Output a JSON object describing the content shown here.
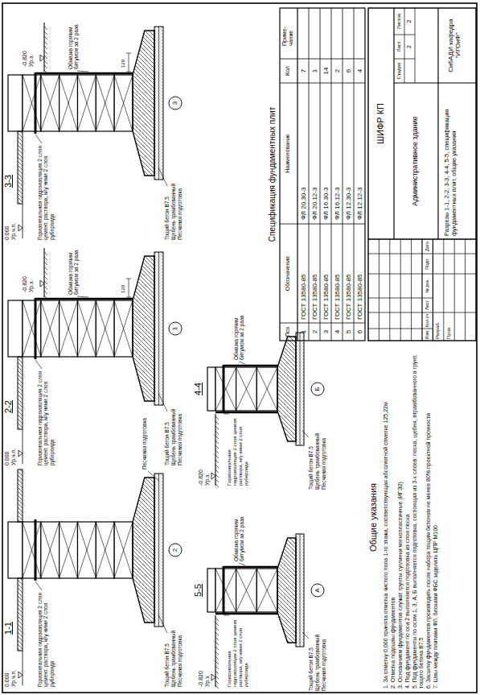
{
  "diagram": {
    "labels": [
      "1-1",
      "0.000",
      "Ур.ч.п.",
      "Горизонтальная гидроизоляция 2 слоя цемент. раствора, м/у ними 2 слоя рубероида",
      "Песчаная подготовка",
      "Тощий бетон В7.5",
      "Щебень трамбованный",
      "Песчаная подготовка",
      "2",
      "2-2",
      "0.000",
      "Ур.ч.п.",
      "-0.820",
      "Ур.з.",
      "Горизонтальная гидроизоляция 2 слоя цемент. раствора, м/у ними 2 слоя рубероида",
      "Обмазка горячим битумом за 2 раза",
      "120",
      "Тощий бетон В7.5",
      "Щебень трамбованный",
      "Песчаная подготовка",
      "1",
      "3-3",
      "0.000",
      "Ур.ч.п.",
      "-0.820",
      "Ур.з.",
      "Горизонтальная гидроизоляция 2 слоя цемент. раствора, м/у ними 2 слоя рубероида",
      "Обмазка горячим битумом за 2 раза",
      "120",
      "Тощий бетон В7.5",
      "Щебень трамбованный",
      "Песчаная подготовка",
      "3",
      "5-5",
      "-0.820",
      "Ур.з.",
      "Горизонтальная гидроизоляция 2 слоя цемент. раствора, м/у ними 2 слоя рубероида",
      "Обмазка горячим битумом за 2 раза",
      "Тощий бетон В7.5",
      "Щебень трамбованный",
      "Песчаная подготовка",
      "А",
      "4-4",
      "-0.820",
      "Ур.з.",
      "Горизонтальная гидроизоляция 2 слоя цемент. раствора, м/у ними 2 слоя рубероида",
      "Обмазка горячим битумом за 2 раза",
      "Тощий бетон В7.5",
      "Щебень трамбованный",
      "Песчаная подготовка",
      "Б",
      "Общие указания",
      "1. За отметку 0,000 принята отметка чистого пола 1-го этажа, соответствующая абсолютной отметке 125,22м",
      "2. Отметка подошвы фундаментов",
      "3. Основанием фундаментов служат грунты суглинки мягкопластичные (ИГЭ2)",
      "4. Под фундамент по оси 2 выполняется подготовка из слоя песка",
      "5. Под фундаменты по осям 1, 3, А, Б выполняется подготовка, состоящая из 3-х слоев: песка, щебня, втрамбованного в грунт, тощего бетона В7.5",
      "6. Засыпку фундаментов производить после набора тощим бетоном не менее 80% проектной прочности",
      "7. Швы между плитами ФЛ, блоками ФБС заделать ЦПР М100",
      "Спецификация фундаментных плит",
      "Поз",
      "Обозначение",
      "Наименование",
      "Кол",
      "Приме- чание",
      "1",
      "ГОСТ 13580-85",
      "ФЛ 20.30-3",
      "7",
      "2",
      "ГОСТ 13580-85",
      "ФЛ 20.12-3",
      "1",
      "3",
      "ГОСТ 13580-85",
      "ФЛ 16.30-3",
      "14",
      "4",
      "ГОСТ 13580-85",
      "ФЛ 16.12-3",
      "2",
      "5",
      "ГОСТ 13580-85",
      "ФЛ 12.30-3",
      "6",
      "6",
      "ГОСТ 13580-85",
      "ФЛ 12.12-3",
      "4",
      "ШИФР КП",
      "Изм.",
      "Кол.уч",
      "Лист",
      "№ док.",
      "Подп.",
      "Дата",
      "Разраб.",
      "Пров.",
      "Административное здание",
      "Стадия",
      "Лист",
      "Листов",
      "2",
      "2",
      "Разрезы 1-1, 2-2, 3-3, 4-4, 5-5, спецификация фундаментных плит, общие указания",
      "СибАДИ кафедра \"ИГОиФ\""
    ]
  }
}
